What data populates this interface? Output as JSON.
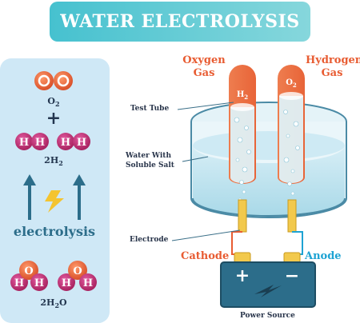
{
  "title": "WATER ELECTROLYSIS",
  "left_panel": {
    "oxygen_molecule": {
      "atoms": [
        "O",
        "O"
      ],
      "formula_main": "O",
      "formula_sub": "2"
    },
    "plus": "+",
    "hydrogen_molecules": {
      "atoms": [
        "H",
        "H",
        "H",
        "H"
      ],
      "formula_coef": "2",
      "formula_main": "H",
      "formula_sub": "2"
    },
    "process_label": "electrolysis",
    "water_molecules": {
      "oxygen_atom": "O",
      "hydrogen_atom": "H",
      "formula_coef": "2",
      "formula_main": "H",
      "formula_sub": "2",
      "formula_tail": "O"
    }
  },
  "labels": {
    "oxygen_gas": [
      "Oxygen",
      "Gas"
    ],
    "hydrogen_gas": [
      "Hydrogen",
      "Gas"
    ],
    "test_tube": "Test Tube",
    "water_with_salt": [
      "Water With",
      "Soluble Salt"
    ],
    "electrode": "Electrode",
    "cathode": "Cathode",
    "anode": "Anode",
    "power_source": "Power Source",
    "tube_left_main": "H",
    "tube_left_sub": "2",
    "tube_right_main": "O",
    "tube_right_sub": "2",
    "battery_plus": "+",
    "battery_minus": "−"
  },
  "colors": {
    "banner": "#46c1cf",
    "oxygen_atom": "#ea6535",
    "hydrogen_atom": "#c8337a",
    "text_dark": "#23364f",
    "cathode": "#e85c32",
    "anode": "#1ea3d3",
    "battery": "#2c6d8a",
    "water": "#bfe4ef"
  },
  "icons": [
    "lightning-icon",
    "arrow-up-icon",
    "bubbles"
  ]
}
